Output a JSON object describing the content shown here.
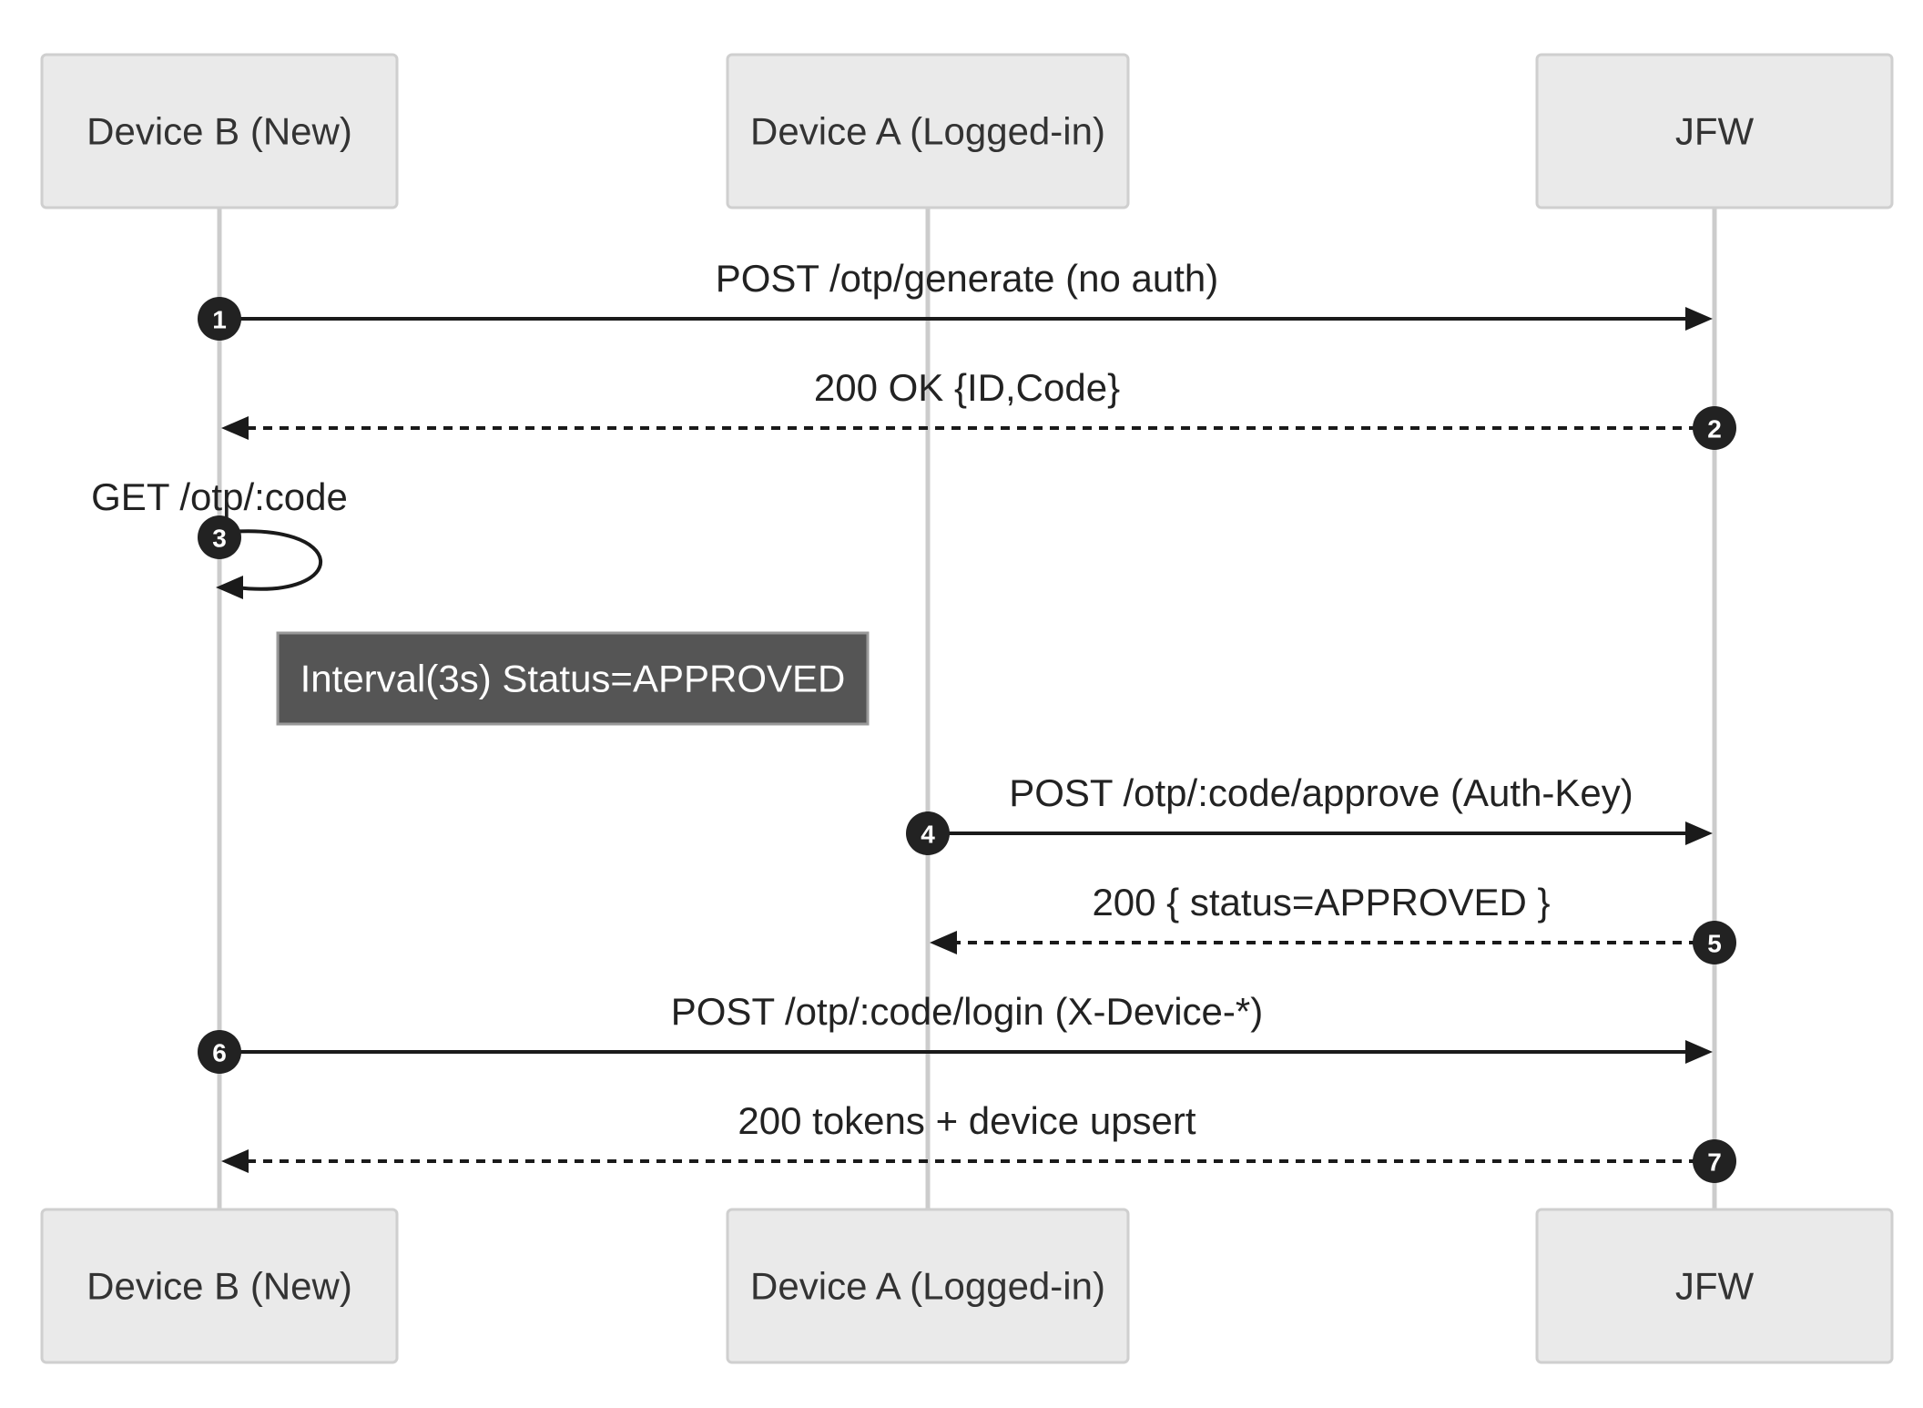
{
  "actors": [
    {
      "id": "deviceB",
      "label": "Device B (New)"
    },
    {
      "id": "deviceA",
      "label": "Device A (Logged-in)"
    },
    {
      "id": "jfw",
      "label": "JFW"
    }
  ],
  "messages": [
    {
      "num": "1",
      "from": "deviceB",
      "to": "jfw",
      "label": "POST /otp/generate (no auth)",
      "style": "solid"
    },
    {
      "num": "2",
      "from": "jfw",
      "to": "deviceB",
      "label": "200 OK {ID,Code}",
      "style": "dashed"
    },
    {
      "num": "3",
      "from": "deviceB",
      "to": "deviceB",
      "label": "GET /otp/:code",
      "style": "self"
    },
    {
      "num": "4",
      "from": "deviceA",
      "to": "jfw",
      "label": "POST /otp/:code/approve (Auth-Key)",
      "style": "solid"
    },
    {
      "num": "5",
      "from": "jfw",
      "to": "deviceA",
      "label": "200 { status=APPROVED }",
      "style": "dashed"
    },
    {
      "num": "6",
      "from": "deviceB",
      "to": "jfw",
      "label": "POST /otp/:code/login (X-Device-*)",
      "style": "solid"
    },
    {
      "num": "7",
      "from": "jfw",
      "to": "deviceB",
      "label": "200 tokens + device upsert",
      "style": "dashed"
    }
  ],
  "note": {
    "text": "Interval(3s) Status=APPROVED"
  }
}
